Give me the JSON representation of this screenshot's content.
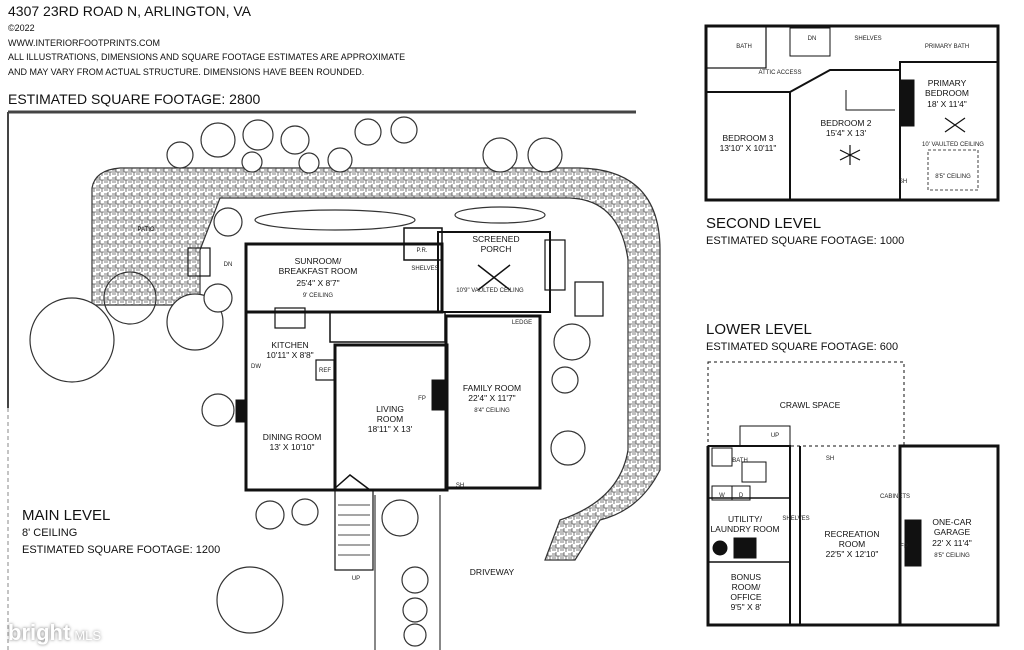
{
  "header": {
    "address": "4307 23RD ROAD N, ARLINGTON, VA",
    "copyright": "©2022",
    "website": "WWW.INTERIORFOOTPRINTS.COM",
    "disclaimer_line1": "ALL ILLUSTRATIONS, DIMENSIONS AND SQUARE FOOTAGE ESTIMATES ARE APPROXIMATE",
    "disclaimer_line2": "AND MAY VARY FROM ACTUAL STRUCTURE. DIMENSIONS HAVE BEEN ROUNDED.",
    "total_sqft": "ESTIMATED SQUARE FOOTAGE: 2800"
  },
  "main_level": {
    "title": "MAIN LEVEL",
    "ceiling": "8' CEILING",
    "sqft": "ESTIMATED SQUARE FOOTAGE: 1200",
    "patio": "PATIO",
    "sunroom_1": "SUNROOM/",
    "sunroom_2": "BREAKFAST ROOM",
    "sunroom_dim": "25'4\" X 8'7\"",
    "sunroom_ceiling": "9' CEILING",
    "porch_1": "SCREENED",
    "porch_2": "PORCH",
    "porch_ceiling": "10'9\" VAULTED CEILING",
    "kitchen": "KITCHEN",
    "kitchen_dim": "10'11\" X 8'8\"",
    "living_1": "LIVING",
    "living_2": "ROOM",
    "living_dim": "18'11\" X 13'",
    "family": "FAMILY ROOM",
    "family_dim": "22'4\" X 11'7\"",
    "family_ceiling": "8'4\" CEILING",
    "dining": "DINING ROOM",
    "dining_dim": "13' X 10'10\"",
    "driveway": "DRIVEWAY",
    "pr": "P.R.",
    "shelves": "SHELVES",
    "ledge": "LEDGE",
    "fp": "FP",
    "ref": "REF",
    "dw": "DW",
    "dn": "DN",
    "up": "UP",
    "sh": "SH"
  },
  "second_level": {
    "title": "SECOND LEVEL",
    "sqft": "ESTIMATED SQUARE FOOTAGE: 1000",
    "bath": "BATH",
    "attic": "ATTIC ACCESS",
    "primary_bath": "PRIMARY BATH",
    "primary_1": "PRIMARY",
    "primary_2": "BEDROOM",
    "primary_dim": "18' X 11'4\"",
    "primary_ceiling": "10' VAULTED CEILING",
    "primary_ceiling2": "8'5\" CEILING",
    "bed2": "BEDROOM 2",
    "bed2_dim": "15'4\" X 13'",
    "bed3": "BEDROOM 3",
    "bed3_dim": "13'10\" X 10'11\"",
    "shelves": "SHELVES",
    "dn": "DN",
    "sh": "SH"
  },
  "lower_level": {
    "title": "LOWER LEVEL",
    "sqft": "ESTIMATED SQUARE FOOTAGE: 600",
    "crawl": "CRAWL SPACE",
    "bath": "BATH",
    "utility_1": "UTILITY/",
    "utility_2": "LAUNDRY ROOM",
    "bonus_1": "BONUS",
    "bonus_2": "ROOM/",
    "bonus_3": "OFFICE",
    "bonus_dim": "9'5\" X 8'",
    "rec_1": "RECREATION",
    "rec_2": "ROOM",
    "rec_dim": "22'5\" X 12'10\"",
    "garage_1": "ONE-CAR",
    "garage_2": "GARAGE",
    "garage_dim": "22' X 11'4\"",
    "garage_ceiling": "8'5\" CEILING",
    "cabinets": "CABINETS",
    "shelves": "SHELVES",
    "fp": "FP",
    "w": "W",
    "d": "D",
    "up": "UP",
    "sh": "SH"
  },
  "watermark": {
    "brand": "bright",
    "mls": "MLS"
  }
}
